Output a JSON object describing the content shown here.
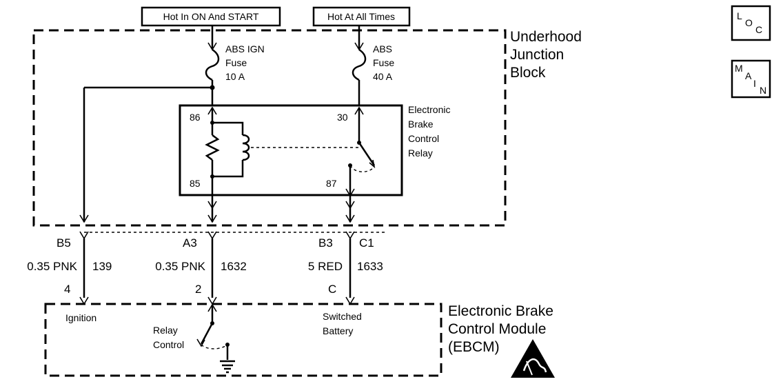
{
  "power_sources": {
    "ign": "Hot In ON And START",
    "batt": "Hot At All Times"
  },
  "junction_block": {
    "line1": "Underhood",
    "line2": "Junction",
    "line3": "Block"
  },
  "fuses": {
    "ign": {
      "line1": "ABS IGN",
      "line2": "Fuse",
      "line3": "10 A"
    },
    "abs": {
      "line1": "ABS",
      "line2": "Fuse",
      "line3": "40 A"
    }
  },
  "relay": {
    "line1": "Electronic",
    "line2": "Brake",
    "line3": "Control",
    "line4": "Relay",
    "pin86": "86",
    "pin85": "85",
    "pin30": "30",
    "pin87": "87"
  },
  "connectors": {
    "b5": "B5",
    "a3": "A3",
    "b3": "B3",
    "c1": "C1",
    "pin4": "4",
    "pin2": "2",
    "pinc": "C"
  },
  "wires": {
    "w1": {
      "spec": "0.35 PNK",
      "circuit": "139"
    },
    "w2": {
      "spec": "0.35 PNK",
      "circuit": "1632"
    },
    "w3": {
      "spec": "5 RED",
      "circuit": "1633"
    }
  },
  "module": {
    "line1": "Electronic Brake",
    "line2": "Control Module",
    "line3": "(EBCM)",
    "ignition": "Ignition",
    "relay_control_1": "Relay",
    "relay_control_2": "Control",
    "switched_1": "Switched",
    "switched_2": "Battery"
  },
  "badges": {
    "loc": {
      "l": "L",
      "o": "O",
      "c": "C"
    },
    "main": {
      "m": "M",
      "a": "A",
      "i": "I",
      "n": "N"
    }
  },
  "icons": {
    "ground": "ground-icon",
    "esd": "esd-warning-icon",
    "fuse": "fuse-icon",
    "coil": "relay-coil-icon"
  }
}
